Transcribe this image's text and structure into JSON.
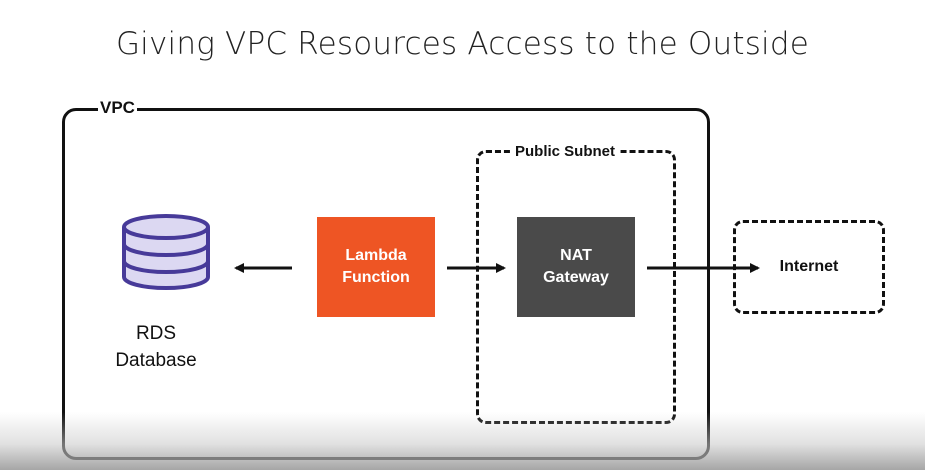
{
  "title": "Giving VPC Resources Access to the Outside",
  "vpc": {
    "label": "VPC"
  },
  "public_subnet": {
    "label": "Public Subnet"
  },
  "rds": {
    "line1": "RDS",
    "line2": "Database",
    "icon": "database-icon"
  },
  "lambda": {
    "line1": "Lambda",
    "line2": "Function",
    "color": "#ee5524"
  },
  "nat": {
    "line1": "NAT",
    "line2": "Gateway",
    "color": "#4a4a4a"
  },
  "internet": {
    "label": "Internet"
  },
  "colors": {
    "db_fill": "#dcd8f2",
    "db_stroke": "#473a99",
    "line": "#111111"
  }
}
